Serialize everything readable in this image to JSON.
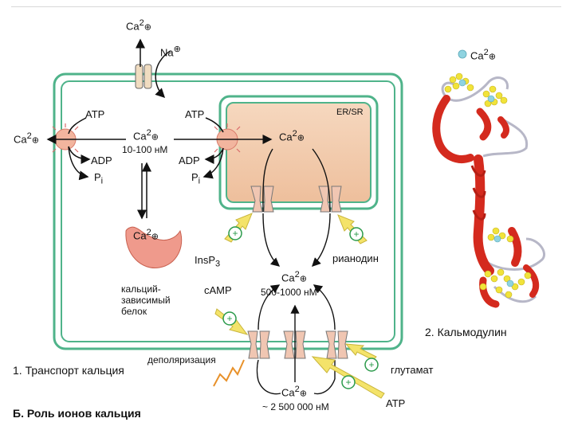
{
  "labels": {
    "ca_top": "Ca",
    "na": "Na",
    "atp_left": "ATP",
    "atp_mid": "ATP",
    "ca_left": "Ca",
    "adp_left": "ADP",
    "pi_left": "P",
    "adp_mid": "ADP",
    "pi_mid": "P",
    "ca_cyto": "Ca",
    "ca_cyto_conc": "10-100 нМ",
    "er_sr": "ER/SR",
    "ca_er": "Ca",
    "ca_protein": "Ca",
    "protein_desc": [
      "кальций-",
      "зависимый",
      "белок"
    ],
    "insp3": "InsP",
    "insp3_sub": "3",
    "ryanodine": "рианодин",
    "ca_local": "Ca",
    "ca_local_conc": "500-1000 нМ",
    "camp": "cAMP",
    "depolarization": "деполяризация",
    "glutamate": "глутамат",
    "atp_bottom": "ATP",
    "ca_ext": "Ca",
    "ca_ext_conc": "~ 2 500 000 нМ",
    "pi_sub": "i",
    "charge_sup": "2"
  },
  "captions": {
    "transport": "1. Транспорт кальция",
    "role": "Б. Роль ионов кальция",
    "calmodulin": "2. Кальмодулин",
    "calmodulin_legend": "Ca"
  },
  "colors": {
    "membrane": "#4fb38a",
    "er_fill": "#f2c9a8",
    "channel": "#f0c6b2",
    "pump": "#f2b59e",
    "arrow_yellow": "#f4e36a",
    "plus": "#2a9a4a",
    "helix_red": "#d42a1e",
    "ca_dot": "#8fd3e0"
  }
}
